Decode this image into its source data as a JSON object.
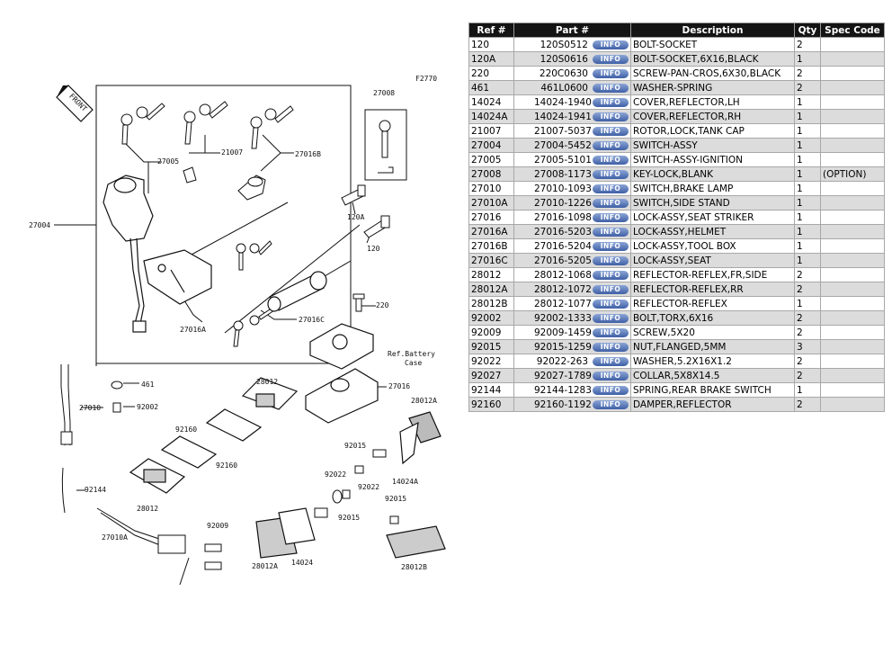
{
  "diagram": {
    "code": "F2770",
    "front_label": "FRONT",
    "note": [
      "Ref.Battery",
      "Case"
    ],
    "callouts": [
      "27008",
      "27005",
      "21007",
      "27016B",
      "27004",
      "120A",
      "120",
      "27016A",
      "27016C",
      "220",
      "461",
      "27016",
      "92002",
      "28012",
      "27010",
      "92160",
      "28012A",
      "92015",
      "14024A",
      "92022",
      "92144",
      "92009",
      "27010A",
      "14024",
      "28012B"
    ]
  },
  "table": {
    "headers": {
      "ref": "Ref #",
      "part": "Part #",
      "desc": "Description",
      "qty": "Qty",
      "spec": "Spec Code"
    },
    "info_label": "INFO",
    "rows": [
      {
        "ref": "120",
        "part": "120S0512",
        "desc": "BOLT-SOCKET",
        "qty": "2",
        "spec": ""
      },
      {
        "ref": "120A",
        "part": "120S0616",
        "desc": "BOLT-SOCKET,6X16,BLACK",
        "qty": "1",
        "spec": ""
      },
      {
        "ref": "220",
        "part": "220C0630",
        "desc": "SCREW-PAN-CROS,6X30,BLACK",
        "qty": "2",
        "spec": ""
      },
      {
        "ref": "461",
        "part": "461L0600",
        "desc": "WASHER-SPRING",
        "qty": "2",
        "spec": ""
      },
      {
        "ref": "14024",
        "part": "14024-1940",
        "desc": "COVER,REFLECTOR,LH",
        "qty": "1",
        "spec": ""
      },
      {
        "ref": "14024A",
        "part": "14024-1941",
        "desc": "COVER,REFLECTOR,RH",
        "qty": "1",
        "spec": ""
      },
      {
        "ref": "21007",
        "part": "21007-5037",
        "desc": "ROTOR,LOCK,TANK CAP",
        "qty": "1",
        "spec": ""
      },
      {
        "ref": "27004",
        "part": "27004-5452",
        "desc": "SWITCH-ASSY",
        "qty": "1",
        "spec": ""
      },
      {
        "ref": "27005",
        "part": "27005-5101",
        "desc": "SWITCH-ASSY-IGNITION",
        "qty": "1",
        "spec": ""
      },
      {
        "ref": "27008",
        "part": "27008-1173",
        "desc": "KEY-LOCK,BLANK",
        "qty": "1",
        "spec": "(OPTION)"
      },
      {
        "ref": "27010",
        "part": "27010-1093",
        "desc": "SWITCH,BRAKE LAMP",
        "qty": "1",
        "spec": ""
      },
      {
        "ref": "27010A",
        "part": "27010-1226",
        "desc": "SWITCH,SIDE STAND",
        "qty": "1",
        "spec": ""
      },
      {
        "ref": "27016",
        "part": "27016-1098",
        "desc": "LOCK-ASSY,SEAT STRIKER",
        "qty": "1",
        "spec": ""
      },
      {
        "ref": "27016A",
        "part": "27016-5203",
        "desc": "LOCK-ASSY,HELMET",
        "qty": "1",
        "spec": ""
      },
      {
        "ref": "27016B",
        "part": "27016-5204",
        "desc": "LOCK-ASSY,TOOL BOX",
        "qty": "1",
        "spec": ""
      },
      {
        "ref": "27016C",
        "part": "27016-5205",
        "desc": "LOCK-ASSY,SEAT",
        "qty": "1",
        "spec": ""
      },
      {
        "ref": "28012",
        "part": "28012-1068",
        "desc": "REFLECTOR-REFLEX,FR,SIDE",
        "qty": "2",
        "spec": ""
      },
      {
        "ref": "28012A",
        "part": "28012-1072",
        "desc": "REFLECTOR-REFLEX,RR",
        "qty": "2",
        "spec": ""
      },
      {
        "ref": "28012B",
        "part": "28012-1077",
        "desc": "REFLECTOR-REFLEX",
        "qty": "1",
        "spec": ""
      },
      {
        "ref": "92002",
        "part": "92002-1333",
        "desc": "BOLT,TORX,6X16",
        "qty": "2",
        "spec": ""
      },
      {
        "ref": "92009",
        "part": "92009-1459",
        "desc": "SCREW,5X20",
        "qty": "2",
        "spec": ""
      },
      {
        "ref": "92015",
        "part": "92015-1259",
        "desc": "NUT,FLANGED,5MM",
        "qty": "3",
        "spec": ""
      },
      {
        "ref": "92022",
        "part": "92022-263",
        "desc": "WASHER,5.2X16X1.2",
        "qty": "2",
        "spec": ""
      },
      {
        "ref": "92027",
        "part": "92027-1789",
        "desc": "COLLAR,5X8X14.5",
        "qty": "2",
        "spec": ""
      },
      {
        "ref": "92144",
        "part": "92144-1283",
        "desc": "SPRING,REAR BRAKE SWITCH",
        "qty": "1",
        "spec": ""
      },
      {
        "ref": "92160",
        "part": "92160-1192",
        "desc": "DAMPER,REFLECTOR",
        "qty": "2",
        "spec": ""
      }
    ]
  }
}
